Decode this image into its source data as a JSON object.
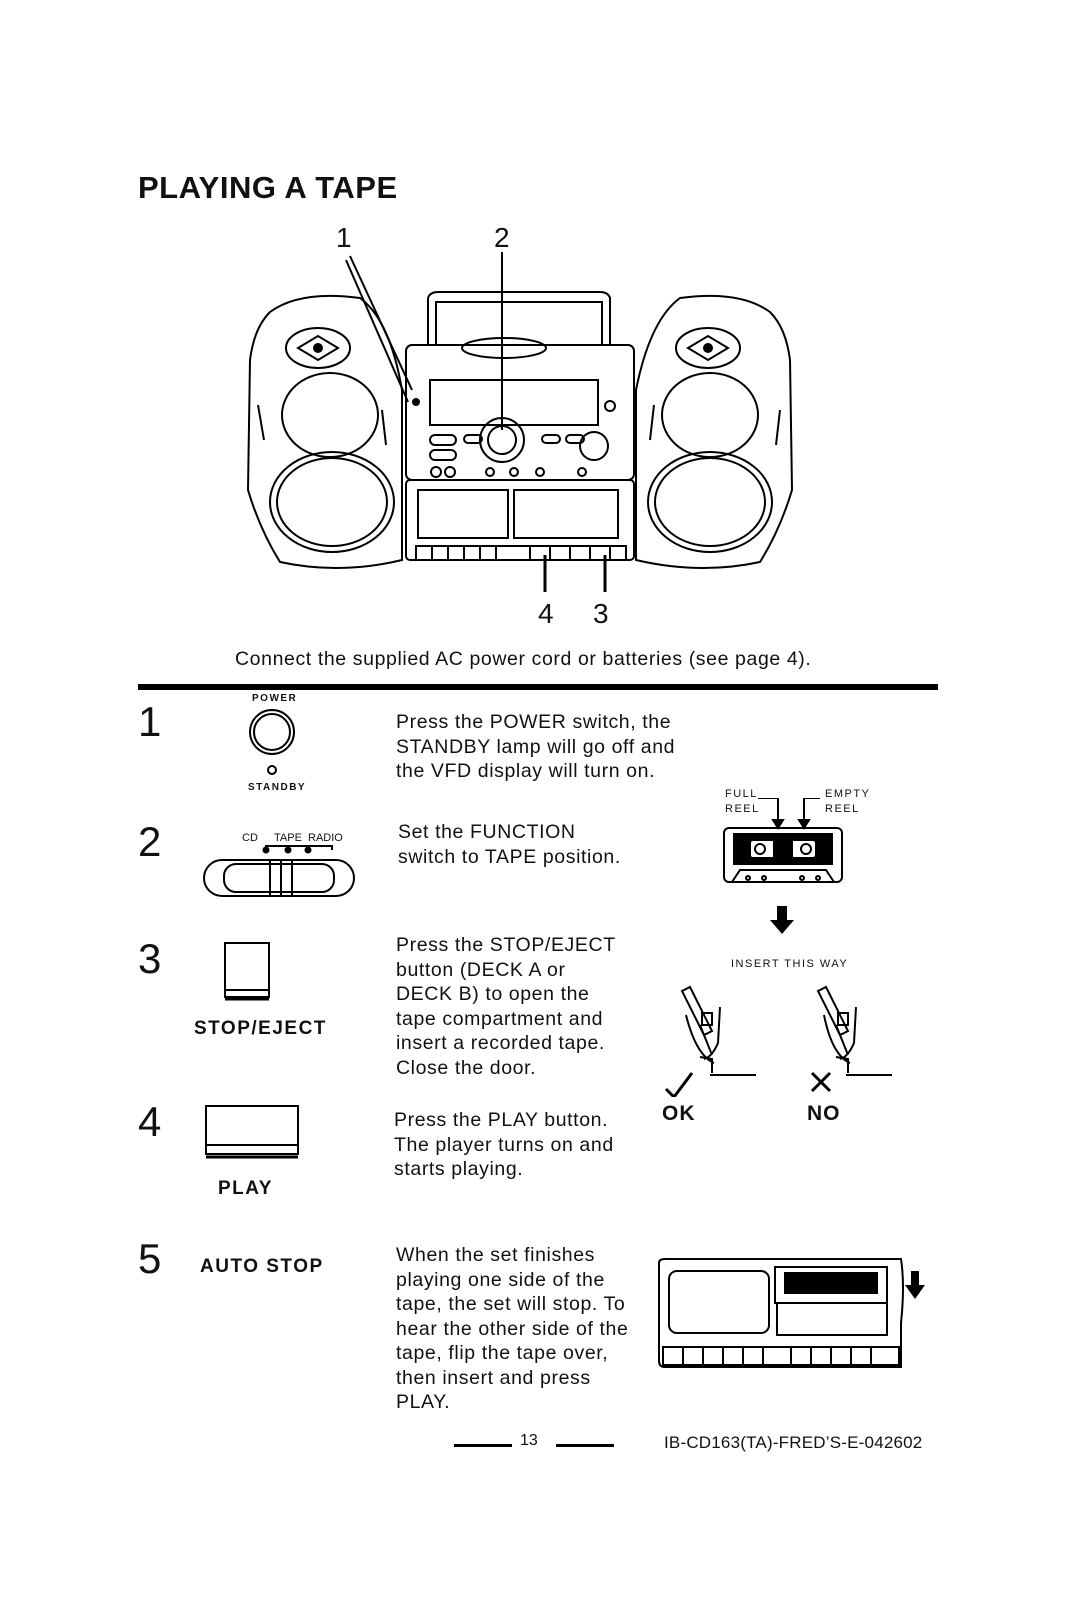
{
  "title": "PLAYING A TAPE",
  "callouts": {
    "c1": "1",
    "c2": "2",
    "c4": "4",
    "c3": "3"
  },
  "connect_text": "Connect the supplied AC power cord or batteries (see page 4).",
  "steps": [
    {
      "num": "1",
      "lines": [
        "Press the POWER switch,  the",
        "STANDBY lamp will go off and",
        "the VFD display will turn on."
      ]
    },
    {
      "num": "2",
      "lines": [
        "Set   the   FUNCTION",
        "switch to TAPE position."
      ]
    },
    {
      "num": "3",
      "lines": [
        "Press the STOP/EJECT",
        "button  (DECK  A  or",
        "DECK B) to open the",
        "tape compartment and",
        "insert a recorded tape.",
        "Close the door."
      ]
    },
    {
      "num": "4",
      "lines": [
        "Press the PLAY button.",
        "The player turns on and",
        "starts playing."
      ]
    },
    {
      "num": "5",
      "lines": [
        "When the set finishes",
        "playing one side of the",
        "tape, the set will stop.  To",
        "hear the other side of the",
        "tape, flip the tape over,",
        "then insert and press",
        "PLAY."
      ]
    }
  ],
  "labels": {
    "power": "POWER",
    "standby": "STANDBY",
    "func_cd": "CD",
    "func_tape": "TAPE",
    "func_radio": "RADIO",
    "stop_eject": "STOP/EJECT",
    "play": "PLAY",
    "auto_stop": "AUTO STOP",
    "full": "FULL",
    "reel_full": "REEL",
    "empty": "EMPTY",
    "reel_empty": "REEL",
    "insert_this_way": "INSERT THIS WAY",
    "ok": "OK",
    "no": "NO"
  },
  "footer": {
    "page": "13",
    "code": "IB-CD163(TA)-FRED’S-E-042602"
  }
}
